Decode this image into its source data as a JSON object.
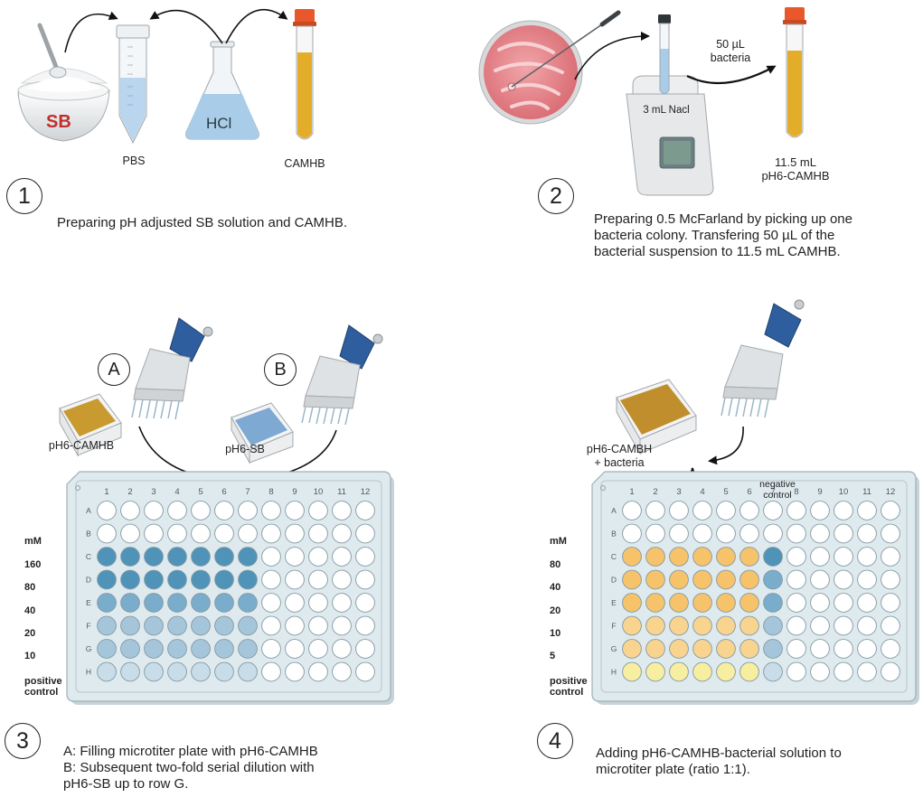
{
  "steps": [
    {
      "number": "1",
      "description": "Preparing pH adjusted SB solution and CAMHB."
    },
    {
      "number": "2",
      "description_lines": [
        "Preparing 0.5 McFarland by picking up one",
        "bacteria colony. Transfering 50 µL of the",
        "bacterial suspension to 11.5 mL CAMHB."
      ]
    },
    {
      "number": "3",
      "description_lines": [
        "A: Filling microtiter plate with pH6-CAMHB",
        "B: Subsequent two-fold serial dilution with",
        "pH6-SB up to row G."
      ]
    },
    {
      "number": "4",
      "description_lines": [
        "Adding pH6-CAMHB-bacterial solution to",
        "microtiter plate (ratio 1:1)."
      ]
    }
  ],
  "panel1": {
    "bowl_label": "SB",
    "flask_label": "HCl",
    "tube_label": "PBS",
    "camhb_label": "CAMHB"
  },
  "panel2": {
    "nacl_label": "3 mL Nacl",
    "transfer_label_lines": [
      "50 µL",
      "bacteria"
    ],
    "tube_label_lines": [
      "11.5 mL",
      "pH6-CAMHB"
    ]
  },
  "panel3": {
    "sub_a": "A",
    "sub_b": "B",
    "reservoir_a_label": "pH6-CAMHB",
    "reservoir_b_label": "pH6-SB",
    "unit": "mM",
    "concentrations": [
      "160",
      "80",
      "40",
      "20",
      "10"
    ],
    "positive_control_lines": [
      "positive",
      "control"
    ]
  },
  "panel4": {
    "reservoir_label_lines": [
      "pH6-CAMBH",
      "+ bacteria"
    ],
    "negative_control_lines": [
      "negative",
      "control"
    ],
    "unit": "mM",
    "concentrations": [
      "80",
      "40",
      "20",
      "10",
      "5"
    ],
    "positive_control_lines": [
      "positive",
      "control"
    ]
  },
  "plate": {
    "columns": [
      "1",
      "2",
      "3",
      "4",
      "5",
      "6",
      "7",
      "8",
      "9",
      "10",
      "11",
      "12"
    ],
    "rows": [
      "A",
      "B",
      "C",
      "D",
      "E",
      "F",
      "G",
      "H"
    ]
  },
  "colors": {
    "plate_fill": "#dfeaee",
    "well_empty": "#ffffff",
    "blue_dark": "#4f93b9",
    "blue_mid": "#7aaccb",
    "blue_light": "#a5c6da",
    "blue_pale": "#c9dde9",
    "orange": "#f6c36b",
    "orange_light": "#f8d48e",
    "yellow_pale": "#f7eea0",
    "camhb": "#e3ad2a",
    "agar": "#e8868c",
    "pipette_blue": "#2e5e9e"
  }
}
